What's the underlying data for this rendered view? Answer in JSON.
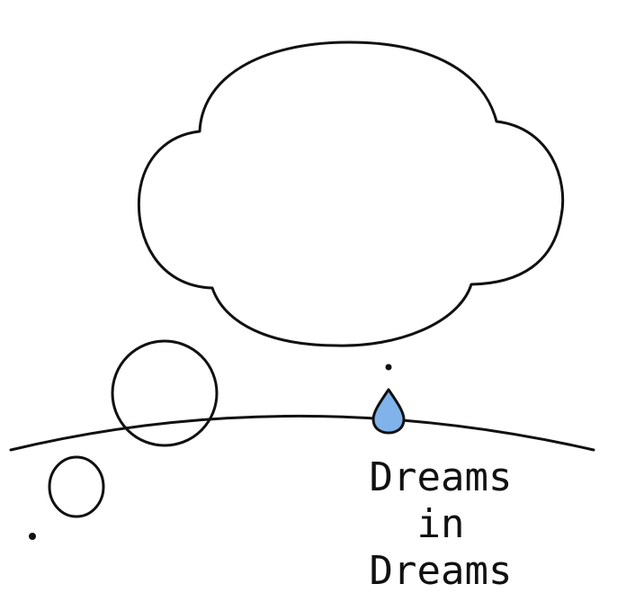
{
  "caption": {
    "line1": "Dreams",
    "line2": "in",
    "line3": "Dreams"
  },
  "colors": {
    "ink": "#111111",
    "drop": "#7fb3ea",
    "background": "#ffffff"
  },
  "icons": {
    "cloud": "thought-cloud-icon",
    "drop": "water-drop-icon"
  }
}
